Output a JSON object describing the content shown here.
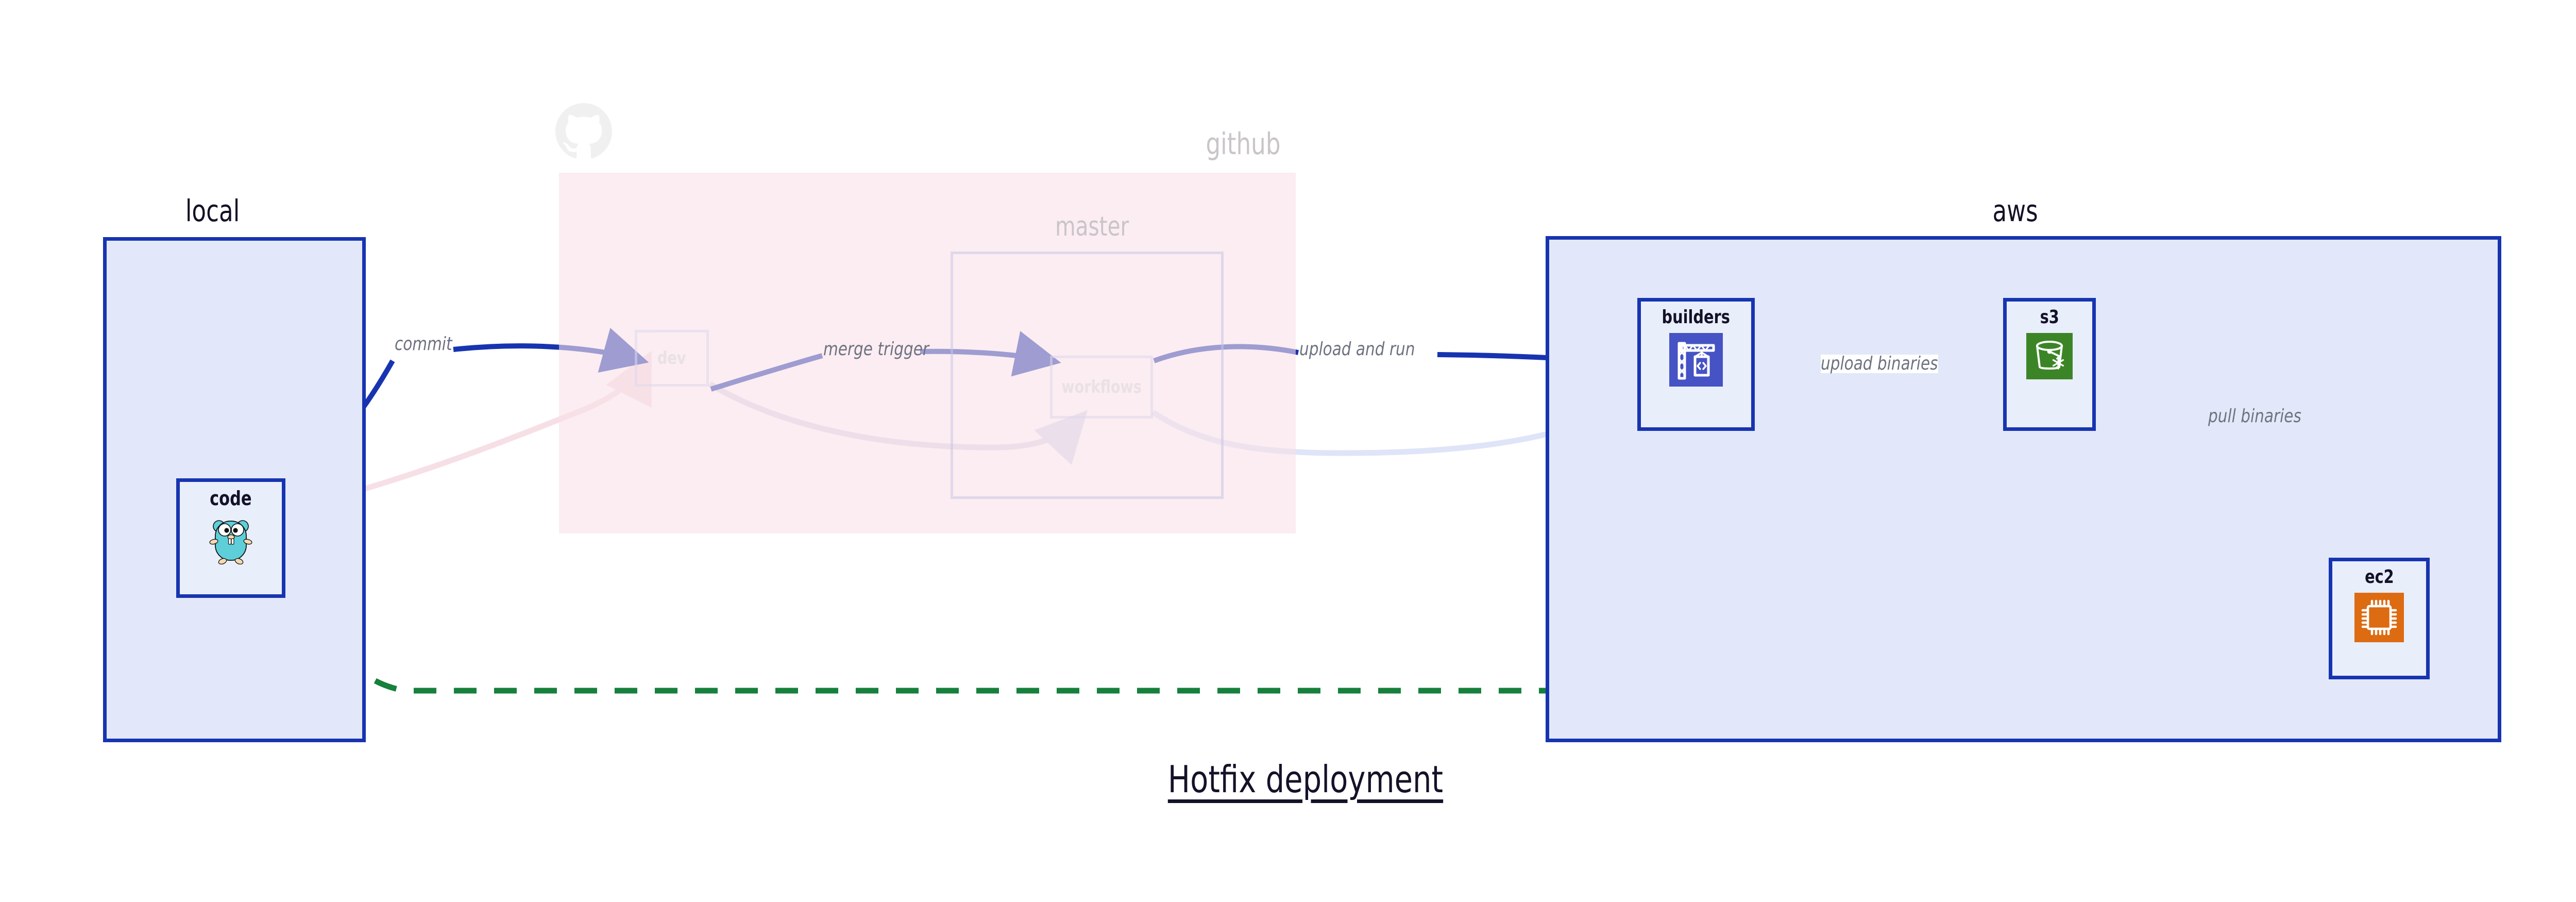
{
  "title": "Hotfix deployment",
  "colors": {
    "edge_active": "#1734b0",
    "edge_dim": "#d8dcf2",
    "edge_dim_pink": "#f7dfe6",
    "edge_dashed": "#16803c",
    "cluster_blue_fill": "#e2e8f9",
    "cluster_blue_border": "#1734b0",
    "cluster_pink_fill": "#f9e2e8",
    "node_fill": "#e9eefb",
    "label_gray": "#6e7280",
    "dim_gray": "#c9c5c9",
    "builders_icon_bg": "#4553c4",
    "s3_icon_bg": "#3c8527",
    "ec2_icon_bg": "#dd6b12",
    "gopher_body": "#5ecfd8"
  },
  "clusters": [
    {
      "id": "local",
      "label": "local",
      "dim": false
    },
    {
      "id": "github",
      "label": "github",
      "dim": true
    },
    {
      "id": "master",
      "label": "master",
      "dim": true
    },
    {
      "id": "aws",
      "label": "aws",
      "dim": false
    }
  ],
  "nodes": [
    {
      "id": "code",
      "label": "code",
      "icon": "go-gopher-icon",
      "dim": false
    },
    {
      "id": "dev",
      "label": "dev",
      "icon": "none",
      "dim": true
    },
    {
      "id": "workflows",
      "label": "workflows",
      "icon": "none",
      "dim": true
    },
    {
      "id": "builders",
      "label": "builders",
      "icon": "aws-codebuild-icon",
      "dim": false
    },
    {
      "id": "s3",
      "label": "s3",
      "icon": "aws-s3-bucket-icon",
      "dim": false
    },
    {
      "id": "ec2",
      "label": "ec2",
      "icon": "aws-ec2-chip-icon",
      "dim": false
    }
  ],
  "edges": [
    {
      "id": "commit",
      "from": "code",
      "to": "dev",
      "label": "commit",
      "style": "solid",
      "state": "active"
    },
    {
      "id": "merge-trigger",
      "from": "dev",
      "to": "workflows",
      "label": "merge trigger",
      "style": "solid",
      "state": "active"
    },
    {
      "id": "upload-and-run",
      "from": "workflows",
      "to": "builders",
      "label": "upload and run",
      "style": "solid",
      "state": "active"
    },
    {
      "id": "upload-binaries",
      "from": "builders",
      "to": "s3",
      "label": "upload binaries",
      "style": "solid",
      "state": "active"
    },
    {
      "id": "pull-binaries",
      "from": "s3",
      "to": "ec2",
      "label": "pull binaries",
      "style": "solid",
      "state": "active"
    },
    {
      "id": "hotfix-direct",
      "from": "code",
      "to": "ec2",
      "label": "",
      "style": "dashed",
      "state": "active"
    },
    {
      "id": "dim-code-dev",
      "from": "code",
      "to": "dev",
      "label": "",
      "style": "solid",
      "state": "dim"
    },
    {
      "id": "dim-dev-wf",
      "from": "dev",
      "to": "workflows",
      "label": "",
      "style": "solid",
      "state": "dim"
    },
    {
      "id": "dim-wf-builders",
      "from": "workflows",
      "to": "builders",
      "label": "",
      "style": "solid",
      "state": "dim"
    }
  ],
  "icons": {
    "github_mark": "github-octocat-icon"
  }
}
